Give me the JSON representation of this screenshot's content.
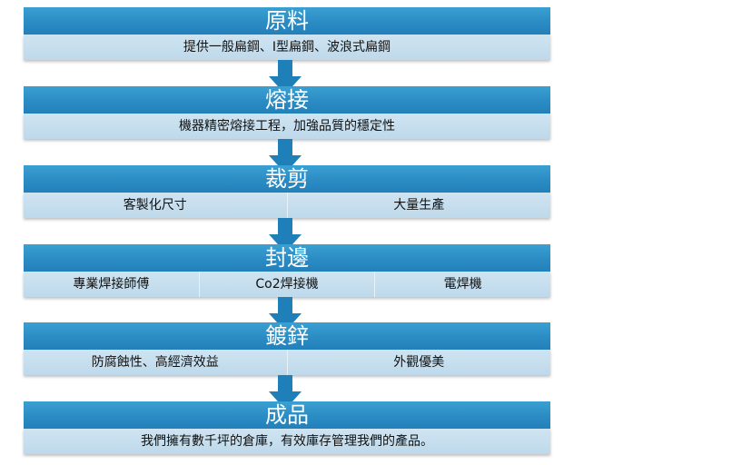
{
  "stages": [
    {
      "title": "原料",
      "items": [
        "提供一般扁鋼、I型扁鋼、波浪式扁鋼"
      ]
    },
    {
      "title": "熔接",
      "items": [
        "機器精密熔接工程，加強品質的穩定性"
      ]
    },
    {
      "title": "裁剪",
      "items": [
        "客製化尺寸",
        "大量生產"
      ]
    },
    {
      "title": "封邊",
      "items": [
        "專業焊接師傅",
        "Co2焊接機",
        "電焊機"
      ]
    },
    {
      "title": "鍍鋅",
      "items": [
        "防腐蝕性、高經濟效益",
        "外觀優美"
      ]
    },
    {
      "title": "成品",
      "items": [
        "我們擁有數千坪的倉庫，有效庫存管理我們的產品。"
      ]
    }
  ],
  "colors": {
    "header": "#2b8cc4",
    "body": "#c6deee",
    "arrow": "#1f7fb8"
  }
}
